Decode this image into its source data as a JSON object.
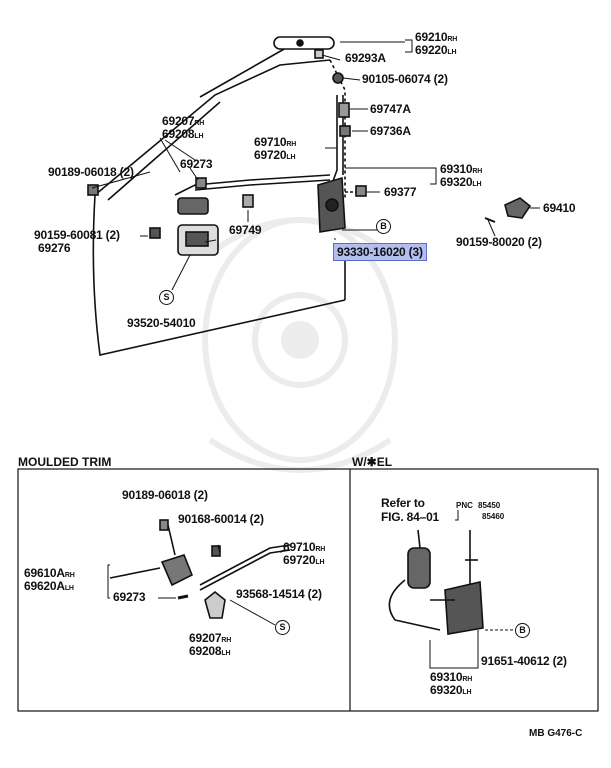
{
  "top": {
    "labels": {
      "p69210": "69210",
      "p69210_sfx": "RH",
      "p69220": "69220",
      "p69220_sfx": "LH",
      "p69293A": "69293A",
      "p90105": "90105-06074 (2)",
      "p69747A": "69747A",
      "p69736A": "69736A",
      "p69207": "69207",
      "p69207_sfx": "RH",
      "p69208": "69208",
      "p69208_sfx": "LH",
      "p69710": "69710",
      "p69710_sfx": "RH",
      "p69720": "69720",
      "p69720_sfx": "LH",
      "p69273": "69273",
      "p90189": "90189-06018 (2)",
      "p69310": "69310",
      "p69310_sfx": "RH",
      "p69320": "69320",
      "p69320_sfx": "LH",
      "p69377": "69377",
      "p69410": "69410",
      "p90159a": "90159-60081 (2)",
      "p69276": "69276",
      "p69749": "69749",
      "p93330": "93330-16020 (3)",
      "p90159b": "90159-80020 (2)",
      "p93520": "93520-54010",
      "mark_b": "B",
      "mark_s": "S"
    }
  },
  "moulded": {
    "title": "MOULDED TRIM",
    "labels": {
      "p90189": "90189-06018 (2)",
      "p90168": "90168-60014 (2)",
      "p69710": "69710",
      "p69710_sfx": "RH",
      "p69720": "69720",
      "p69720_sfx": "LH",
      "p69610A": "69610A",
      "p69610A_sfx": "RH",
      "p69620A": "69620A",
      "p69620A_sfx": "LH",
      "p69273": "69273",
      "p93568": "93568-14514 (2)",
      "p69207": "69207",
      "p69207_sfx": "RH",
      "p69208": "69208",
      "p69208_sfx": "LH",
      "mark_s": "S"
    }
  },
  "wel": {
    "title": "W/✱EL",
    "refer_line1": "Refer to",
    "refer_line2": "FIG. 84–01",
    "pnc_prefix": "PNC",
    "pnc1": "85450",
    "pnc2": "85460",
    "p91651": "91651-40612 (2)",
    "p69310": "69310",
    "p69310_sfx": "RH",
    "p69320": "69320",
    "p69320_sfx": "LH",
    "mark_b": "B"
  },
  "figure_code": "MB G476-C",
  "colors": {
    "highlight": "#b3bdee",
    "ink": "#111111"
  }
}
